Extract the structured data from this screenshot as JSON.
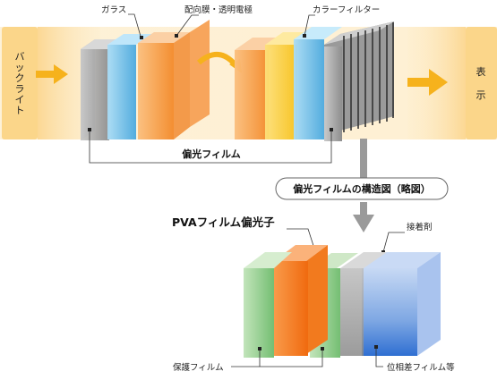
{
  "top": {
    "backlight": [
      "バ",
      "ッ",
      "ク",
      "ラ",
      "イ",
      "ト"
    ],
    "display": [
      "表",
      "示"
    ],
    "glass_label": "ガラス",
    "alignment_label": "配向膜・透明電極",
    "color_filter_label": "カラーフィルター",
    "polarizer_label": "偏光フィルム"
  },
  "structure_badge": "偏光フィルムの構造図（略図）",
  "bottom": {
    "title": "PVAフィルム偏光子",
    "adhesive_label": "接着剤",
    "protective_label": "保護フィルム",
    "retardation_label": "位相差フィルム等"
  },
  "colors": {
    "light_panel": "#fbd68a",
    "glass_blue": "#7cc8ef",
    "orange": "#f7953a",
    "yellow": "#fbd23a",
    "green": "#7bc47a",
    "gray": "#a8a8a8",
    "pva_orange": "#f57c1f",
    "film_blue": "#9bb9ea",
    "arrow_gold": "#f6b21c"
  }
}
